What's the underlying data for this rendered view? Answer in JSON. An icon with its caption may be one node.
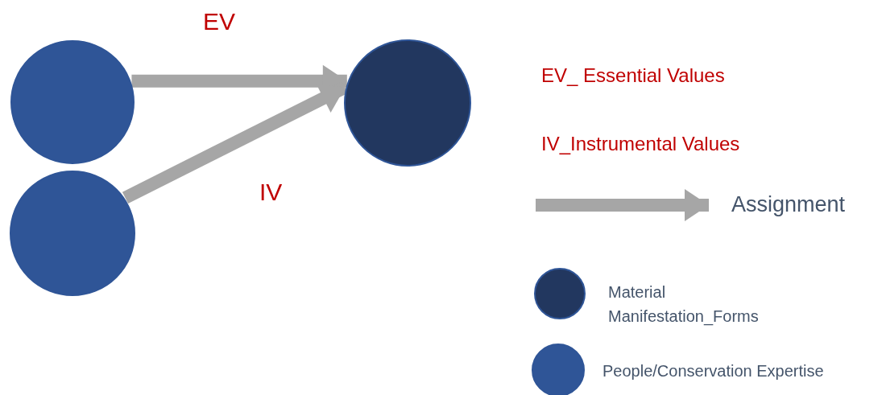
{
  "diagram": {
    "nodes": [
      {
        "text": [],
        "shape": "circle"
      },
      {
        "text": [],
        "shape": "circle"
      },
      {
        "text": [],
        "shape": "circle"
      }
    ],
    "edges": [
      {
        "from": 0,
        "to": 2,
        "arrow": "to",
        "label": "EV"
      },
      {
        "from": 1,
        "to": 2,
        "arrow": "to",
        "label": "IV"
      }
    ],
    "labels": [
      "EV_ Essential Values",
      "IV_Instrumental Values"
    ],
    "legend": [
      {
        "text": "Assignment"
      },
      {
        "text": "Material Manifestation_Forms",
        "color": "#22375f"
      },
      {
        "text": "People/Conservation Expertise",
        "color": "#2f5597"
      }
    ]
  }
}
